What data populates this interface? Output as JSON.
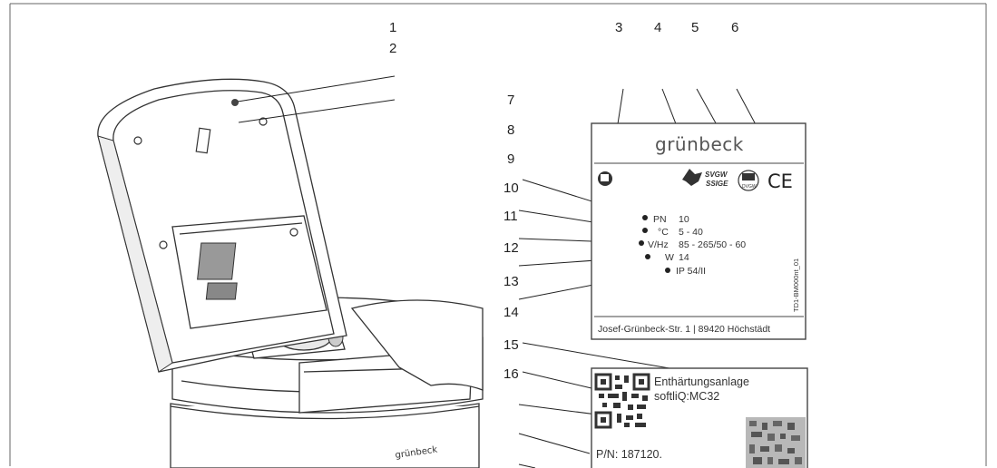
{
  "callouts": [
    "1",
    "2",
    "3",
    "4",
    "5",
    "6",
    "7",
    "8",
    "9",
    "10",
    "11",
    "12",
    "13",
    "14",
    "15",
    "16"
  ],
  "device": {
    "lid_brand": "grünbeck"
  },
  "plate": {
    "brand": "grünbeck",
    "rows": [
      {
        "key": "PN",
        "value": "10"
      },
      {
        "key": "°C",
        "value": "5 - 40"
      },
      {
        "key": "V/Hz",
        "value": "85 - 265/50 - 60"
      },
      {
        "key": "W",
        "value": "14"
      }
    ],
    "ip": "IP 54/II",
    "side_code": "TD1-BM000nt_01",
    "address": "Josef-Grünbeck-Str. 1 | 89420 Höchstädt",
    "svgw_line1": "SVGW",
    "svgw_line2": "SSIGE",
    "ce": "CE"
  },
  "sticker": {
    "line1": "Enthärtungsanlage",
    "line2": "softliQ:MC32",
    "pn": "P/N: 187120."
  },
  "colors": {
    "ink": "#222222",
    "plate_stroke": "#444444",
    "qr_gray": "#9a9a9a"
  }
}
